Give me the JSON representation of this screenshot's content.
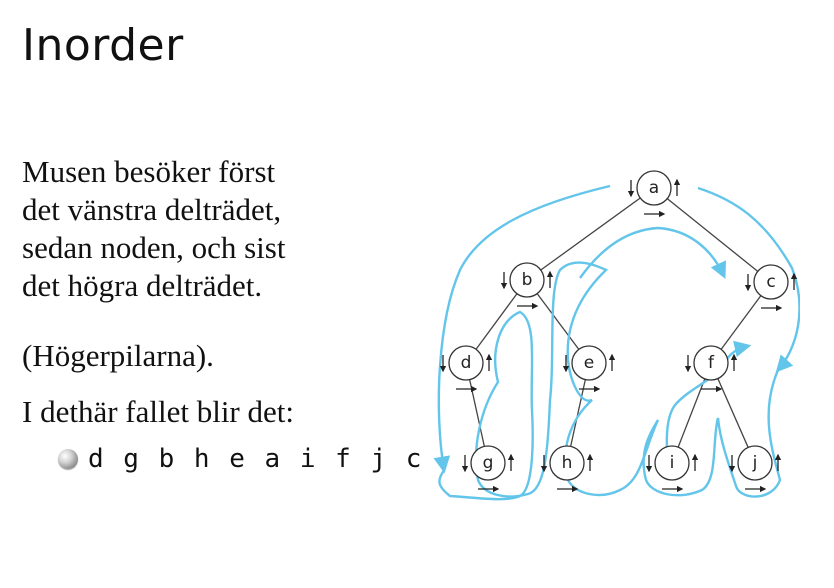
{
  "slide": {
    "title": "Inorder",
    "paragraph_lines": [
      "Musen besöker först",
      "det vänstra delträdet,",
      "sedan noden, och sist",
      "det högra delträdet."
    ],
    "note": "(Högerpilarna).",
    "result_intro": "I dethär fallet blir det:",
    "result_sequence": "d g b h e a i f j c"
  },
  "diagram": {
    "nodes": [
      "a",
      "b",
      "c",
      "d",
      "e",
      "f",
      "g",
      "h",
      "i",
      "j"
    ],
    "edges": [
      [
        "a",
        "b"
      ],
      [
        "a",
        "c"
      ],
      [
        "b",
        "d"
      ],
      [
        "b",
        "e"
      ],
      [
        "d",
        "g"
      ],
      [
        "e",
        "h"
      ],
      [
        "c",
        "f"
      ],
      [
        "f",
        "i"
      ],
      [
        "f",
        "j"
      ]
    ],
    "tour_color": "#63c5ea",
    "edge_color": "#444444"
  }
}
